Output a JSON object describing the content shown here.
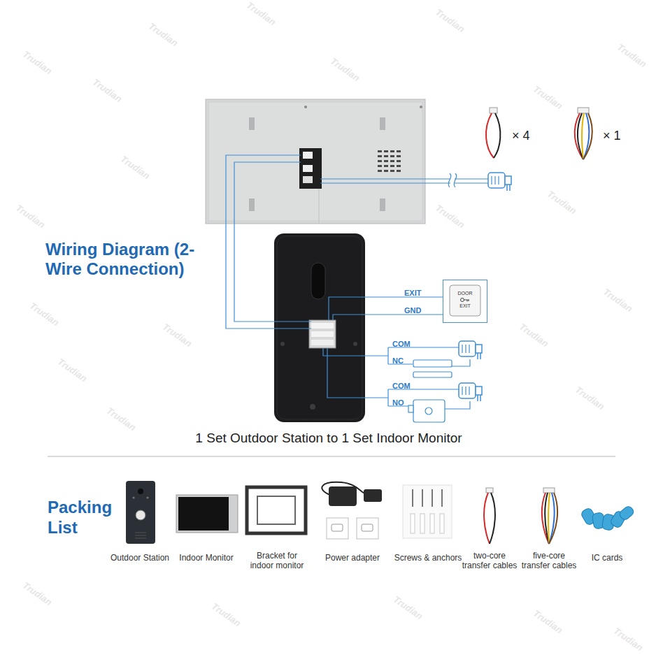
{
  "diagram": {
    "title": "Wiring Diagram (2-Wire Connection)",
    "caption": "1 Set Outdoor Station to 1 Set Indoor Monitor",
    "nodes": [
      {
        "text": [
          "DOOR",
          "EXIT"
        ]
      }
    ],
    "labels": [
      "× 4",
      "× 1",
      "EXIT",
      "GND",
      "COM",
      "NC",
      "COM",
      "NO",
      "Packing List",
      "Outdoor Station",
      "Indoor Monitor",
      "Bracket for indoor monitor",
      "Power adapter",
      "Screws & anchors",
      "two-core transfer cables",
      "five-core transfer cables",
      "IC cards",
      "Trudian",
      "Trudian",
      "Trudian",
      "Trudian",
      "Trudian",
      "Trudian",
      "Trudian",
      "Trudian",
      "Trudian",
      "Trudian",
      "Trudian",
      "Trudian",
      "Trudian",
      "Trudian",
      "Trudian",
      "Trudian",
      "Trudian",
      "Trudian",
      "Trudian",
      "Trudian",
      "Trudian",
      "Trudian",
      "Trudian",
      "Trudian"
    ]
  }
}
